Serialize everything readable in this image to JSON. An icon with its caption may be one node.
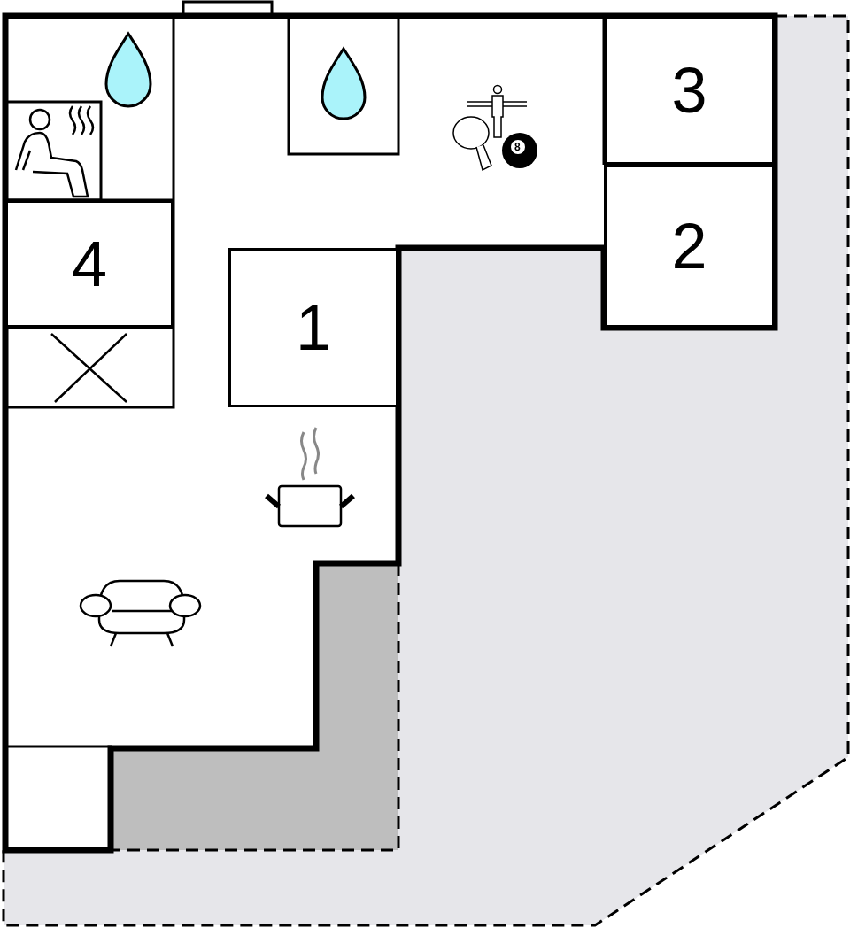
{
  "diagram": {
    "nodes": [
      {
        "text": [
          "3"
        ]
      },
      {
        "text": [
          "2"
        ]
      },
      {
        "text": [
          "4"
        ]
      },
      {
        "text": [
          "1"
        ]
      }
    ],
    "labels": [
      "8"
    ]
  }
}
